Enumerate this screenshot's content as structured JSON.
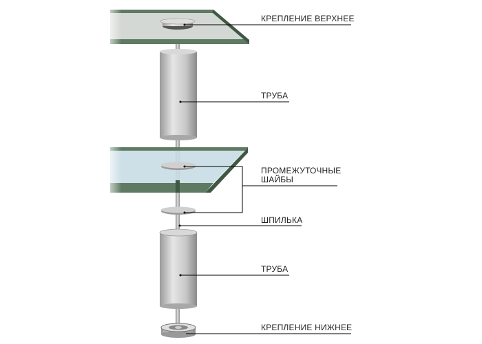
{
  "labels": {
    "top_mount": "КРЕПЛЕНИЕ ВЕРХНЕЕ",
    "tube_upper": "ТРУБА",
    "washers_line1": "ПРОМЕЖУТОЧНЫЕ",
    "washers_line2": "ШАЙБЫ",
    "stud": "ШПИЛЬКА",
    "tube_lower": "ТРУБА",
    "bottom_mount": "КРЕПЛЕНИЕ НИЖНЕЕ"
  },
  "colors": {
    "glass_edge": "#5e7a62",
    "glass_top_surface": "#d6d9d6",
    "glass_mid_surface": "#c8dce4",
    "metal": "#c8c8c8"
  }
}
